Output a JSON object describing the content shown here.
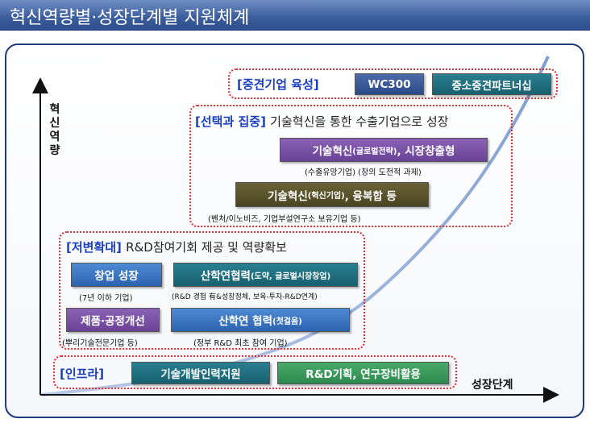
{
  "header": {
    "title": "혁신역량별·성장단계별 지원체계"
  },
  "axes": {
    "y_label": "혁신역량",
    "x_label": "성장단계"
  },
  "tier1": {
    "label": "[중견기업 육성]",
    "buttons": [
      "WC300",
      "중소중견파트너십"
    ]
  },
  "tier2": {
    "label_bracket": "[선택과 집중]",
    "label_rest": "기술혁신을 통한 수출기업으로 성장",
    "box1": {
      "main": "기술혁신",
      "small": "(글로벌전략)",
      "tail": ", 시장창출형",
      "sub": "(수출유망기업) (창의 도전적 과제)"
    },
    "box2": {
      "main": "기술혁신",
      "small": "(혁신기업)",
      "tail": ", 융복합 등",
      "sub": "(벤처/이노비즈, 기업부설연구소 보유기업 등)"
    }
  },
  "tier3": {
    "label_bracket": "[저변확대]",
    "label_rest": "R&D참여기회 제공 및 역량확보",
    "box_a": {
      "main": "창업 성장",
      "sub": "(7년 이하 기업)"
    },
    "box_b": {
      "main": "산학연협력",
      "small": "(도약, 글로벌시장창업)",
      "sub": "(R&D 경험 有&성장정체, 보육-투자-R&D연계)"
    },
    "box_c": {
      "main": "제품·공정개선",
      "sub": "(뿌리기술전문기업 등)"
    },
    "box_d": {
      "main": "산학연 협력",
      "small": "(첫걸음)",
      "sub": "(정부 R&D 최초 참여 기업)"
    }
  },
  "tier4": {
    "label": "[인프라]",
    "buttons": [
      "기술개발인력지원",
      "R&D기획, 연구장비활용"
    ]
  }
}
